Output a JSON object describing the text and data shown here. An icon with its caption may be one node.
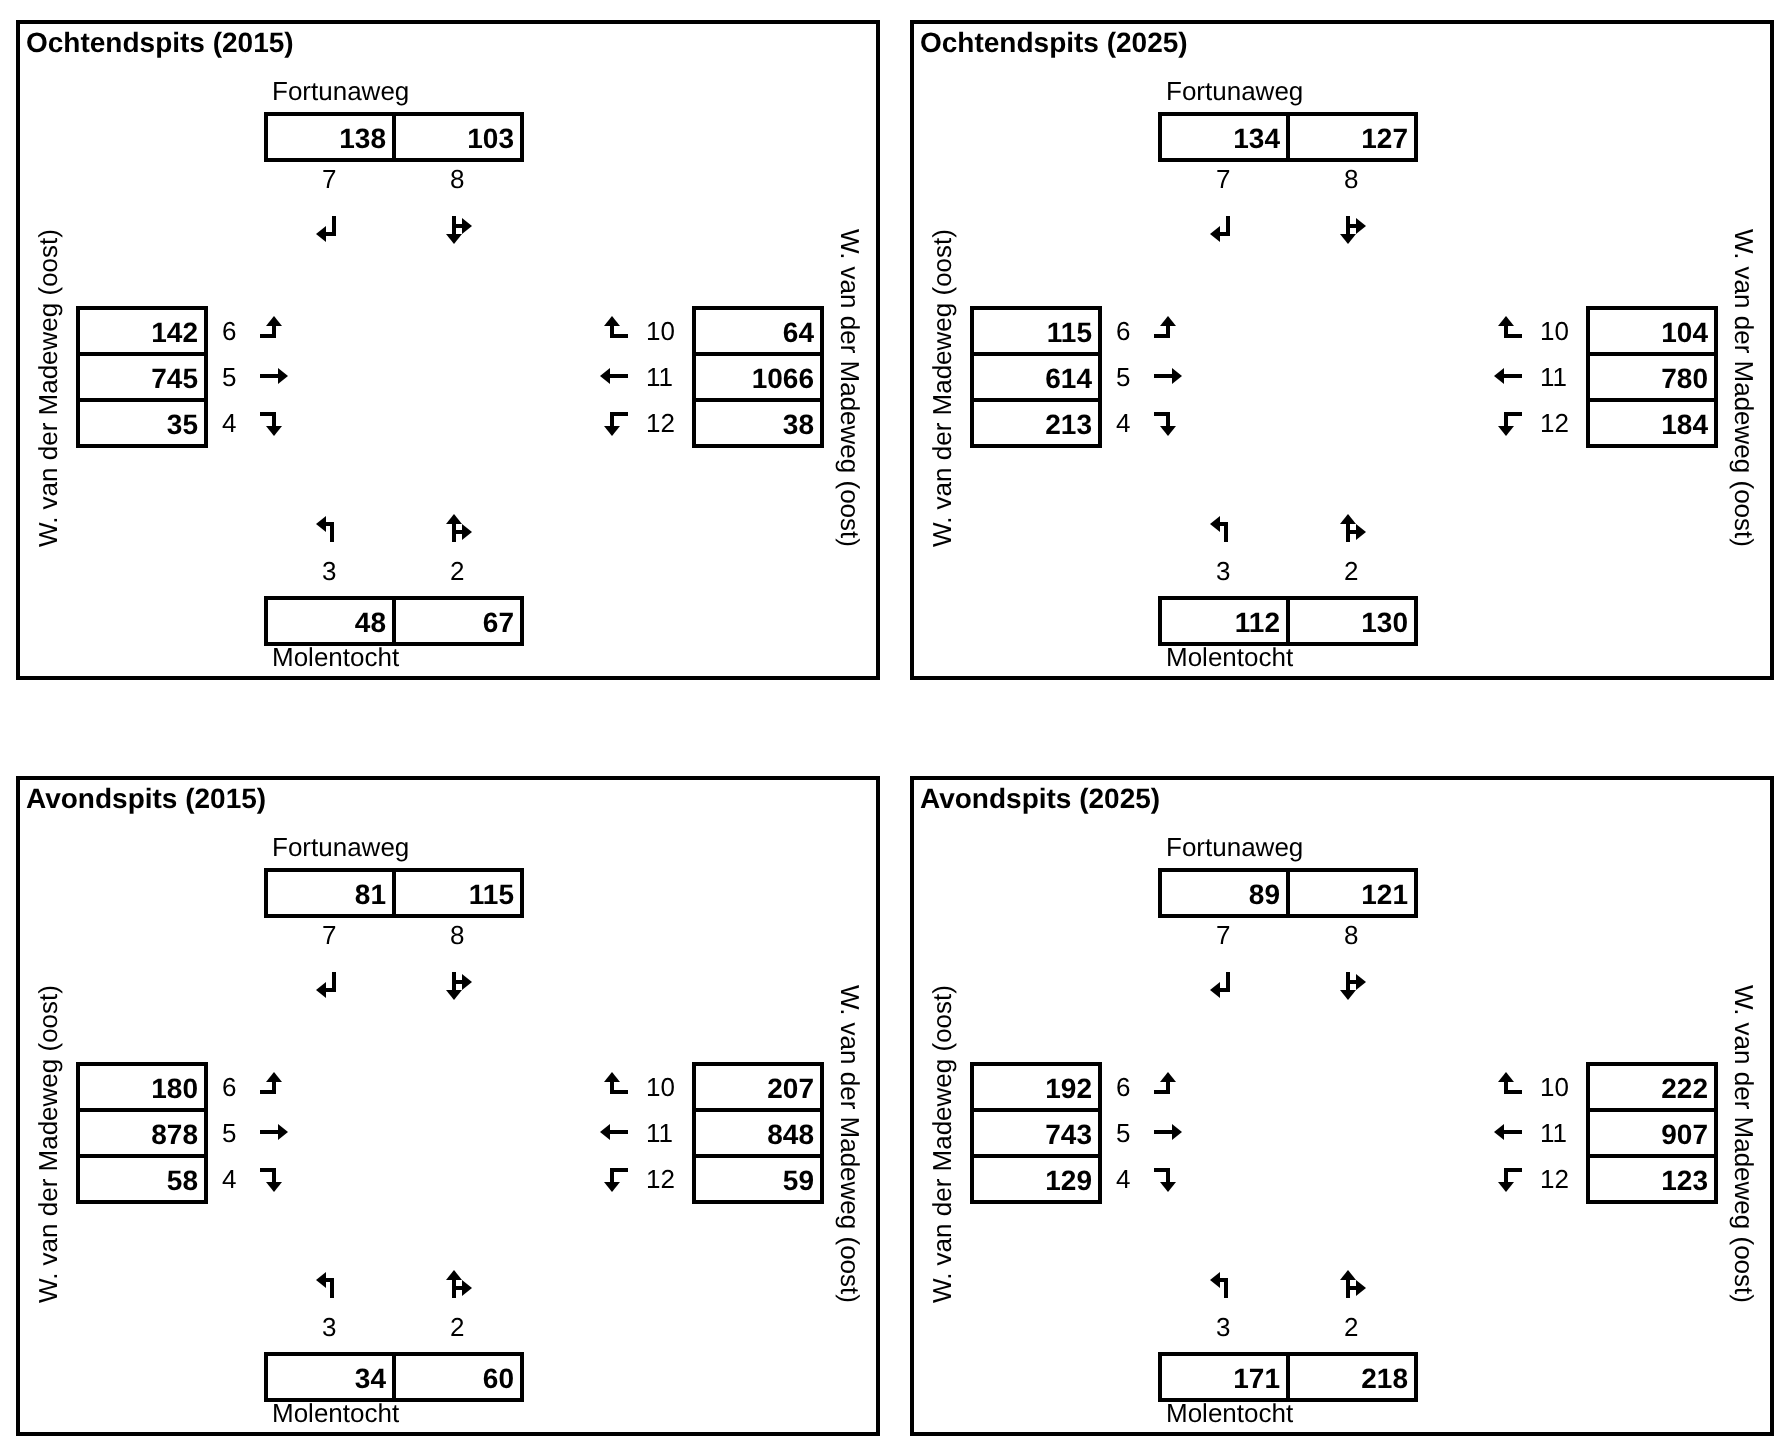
{
  "diagram": {
    "nodes": [
      {
        "text": [
          "Ochtendspits (2015)"
        ]
      },
      {
        "text": [
          "138"
        ],
        "in": 0
      },
      {
        "text": [
          "103"
        ],
        "in": 0
      },
      {
        "text": [
          "142"
        ],
        "in": 0
      },
      {
        "text": [
          "64"
        ],
        "in": 0
      },
      {
        "text": [
          "745"
        ],
        "in": 0
      },
      {
        "text": [
          "1066"
        ],
        "in": 0
      },
      {
        "text": [
          "35"
        ],
        "in": 0
      },
      {
        "text": [
          "38"
        ],
        "in": 0
      },
      {
        "text": [
          "48"
        ],
        "in": 0
      },
      {
        "text": [
          "67"
        ],
        "in": 0
      },
      {
        "text": [
          "Ochtendspits (2025)"
        ]
      },
      {
        "text": [
          "134"
        ],
        "in": 11
      },
      {
        "text": [
          "127"
        ],
        "in": 11
      },
      {
        "text": [
          "115"
        ],
        "in": 11
      },
      {
        "text": [
          "104"
        ],
        "in": 11
      },
      {
        "text": [
          "614"
        ],
        "in": 11
      },
      {
        "text": [
          "780"
        ],
        "in": 11
      },
      {
        "text": [
          "213"
        ],
        "in": 11
      },
      {
        "text": [
          "184"
        ],
        "in": 11
      },
      {
        "text": [
          "112"
        ],
        "in": 11
      },
      {
        "text": [
          "130"
        ],
        "in": 11
      },
      {
        "text": [
          "Avondspits (2015)"
        ]
      },
      {
        "text": [
          "81"
        ],
        "in": 22
      },
      {
        "text": [
          "115"
        ],
        "in": 22
      },
      {
        "text": [
          "180"
        ],
        "in": 22
      },
      {
        "text": [
          "207"
        ],
        "in": 22
      },
      {
        "text": [
          "878"
        ],
        "in": 22
      },
      {
        "text": [
          "848"
        ],
        "in": 22
      },
      {
        "text": [
          "58"
        ],
        "in": 22
      },
      {
        "text": [
          "59"
        ],
        "in": 22
      },
      {
        "text": [
          "34"
        ],
        "in": 22
      },
      {
        "text": [
          "60"
        ],
        "in": 22
      },
      {
        "text": [
          "Avondspits (2025)"
        ]
      },
      {
        "text": [
          "89"
        ],
        "in": 33
      },
      {
        "text": [
          "121"
        ],
        "in": 33
      },
      {
        "text": [
          "192"
        ],
        "in": 33
      },
      {
        "text": [
          "222"
        ],
        "in": 33
      },
      {
        "text": [
          "743"
        ],
        "in": 33
      },
      {
        "text": [
          "907"
        ],
        "in": 33
      },
      {
        "text": [
          "129"
        ],
        "in": 33
      },
      {
        "text": [
          "123"
        ],
        "in": 33
      },
      {
        "text": [
          "171"
        ],
        "in": 33
      },
      {
        "text": [
          "218"
        ],
        "in": 33
      }
    ],
    "labels": [
      "Fortunaweg",
      "7",
      "8",
      "W. van der Madeweg (oost)",
      "6",
      "5",
      "4",
      "10",
      "11",
      "12",
      "W. van der Madeweg (oost)",
      "3",
      "2",
      "Molentocht",
      "Fortunaweg",
      "7",
      "8",
      "W. van der Madeweg (oost)",
      "6",
      "5",
      "4",
      "10",
      "11",
      "12",
      "W. van der Madeweg (oost)",
      "3",
      "2",
      "Molentocht",
      "Fortunaweg",
      "7",
      "8",
      "W. van der Madeweg (oost)",
      "6",
      "5",
      "4",
      "10",
      "11",
      "12",
      "W. van der Madeweg (oost)",
      "3",
      "2",
      "Molentocht",
      "Fortunaweg",
      "7",
      "8",
      "W. van der Madeweg (oost)",
      "6",
      "5",
      "4",
      "10",
      "11",
      "12",
      "W. van der Madeweg (oost)",
      "3",
      "2",
      "Molentocht"
    ]
  }
}
